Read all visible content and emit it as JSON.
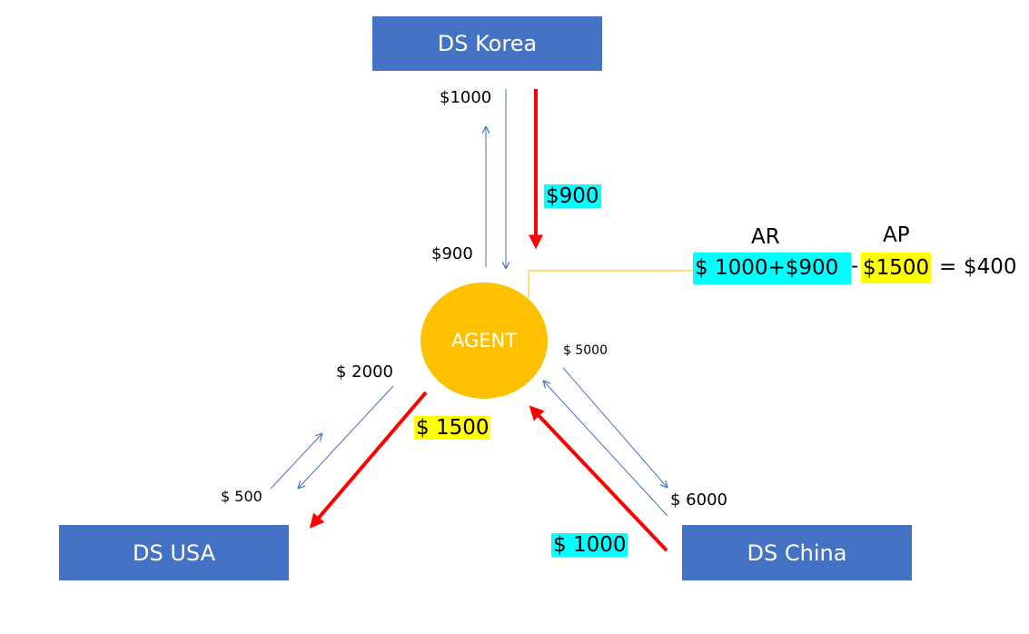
{
  "nodes": {
    "korea": "DS Korea",
    "usa": "DS USA",
    "china": "DS China",
    "agent": "AGENT"
  },
  "flows": {
    "korea_out": "$1000",
    "korea_in": "$900",
    "korea_net": "$900",
    "usa_out": "$ 2000",
    "usa_in": "$ 500",
    "usa_net": "$ 1500",
    "china_in": "$ 5000",
    "china_out": "$ 6000",
    "china_net": "$ 1000"
  },
  "formula": {
    "ar_label": "AR",
    "ap_label": "AP",
    "ar_value": "$ 1000+$900",
    "minus": "-",
    "ap_value": "$1500",
    "equals": "=",
    "result": "$400"
  },
  "colors": {
    "box": "#4472c4",
    "agent": "#ffc000",
    "thin_arrow": "#4472c4",
    "thick_arrow": "#ff0000",
    "highlight_cyan": "#00ffff",
    "highlight_yellow": "#ffff00"
  }
}
